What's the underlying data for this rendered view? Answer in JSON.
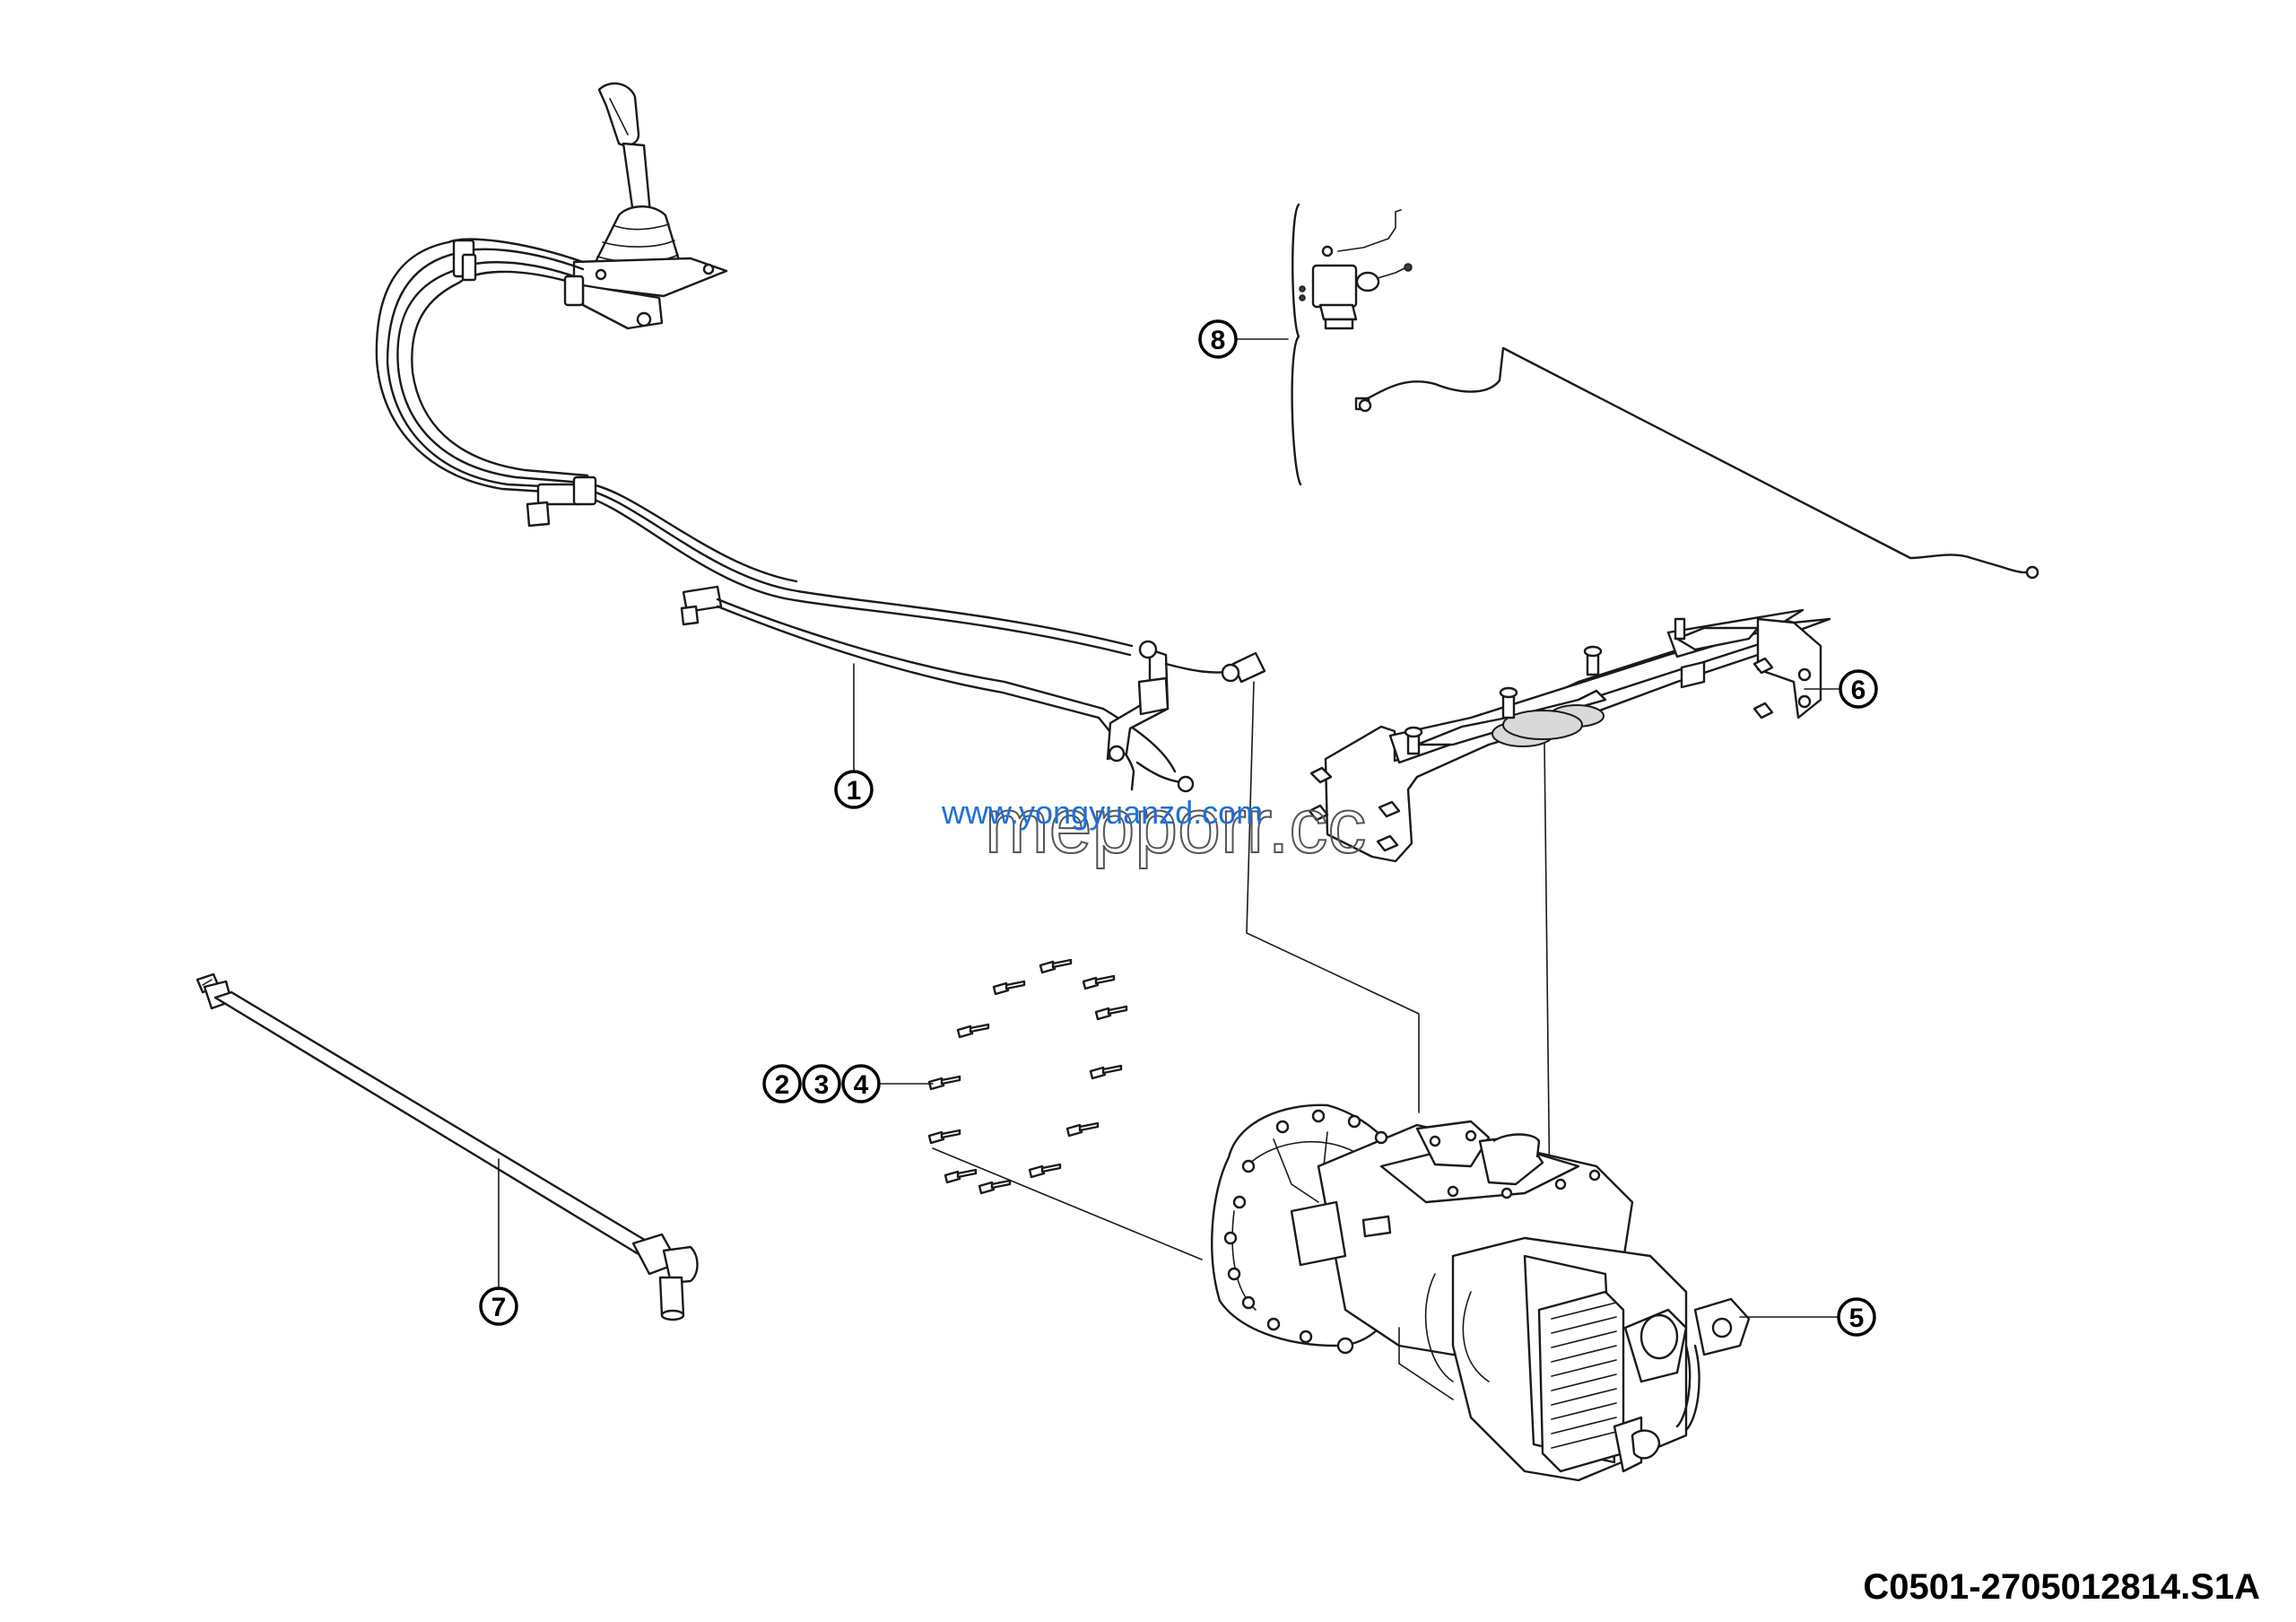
{
  "callouts": {
    "c1": "1",
    "c2": "2",
    "c3": "3",
    "c4": "4",
    "c5": "5",
    "c6": "6",
    "c7": "7",
    "c8": "8"
  },
  "watermark": {
    "url": "www.yongyuanzd.com",
    "brand": "mepporr.cc"
  },
  "drawing_code": "C0501-2705012814.S1A",
  "colors": {
    "line": "#1a1a1a",
    "watermark_blue": "#1e6fd9",
    "background": "#ffffff"
  }
}
